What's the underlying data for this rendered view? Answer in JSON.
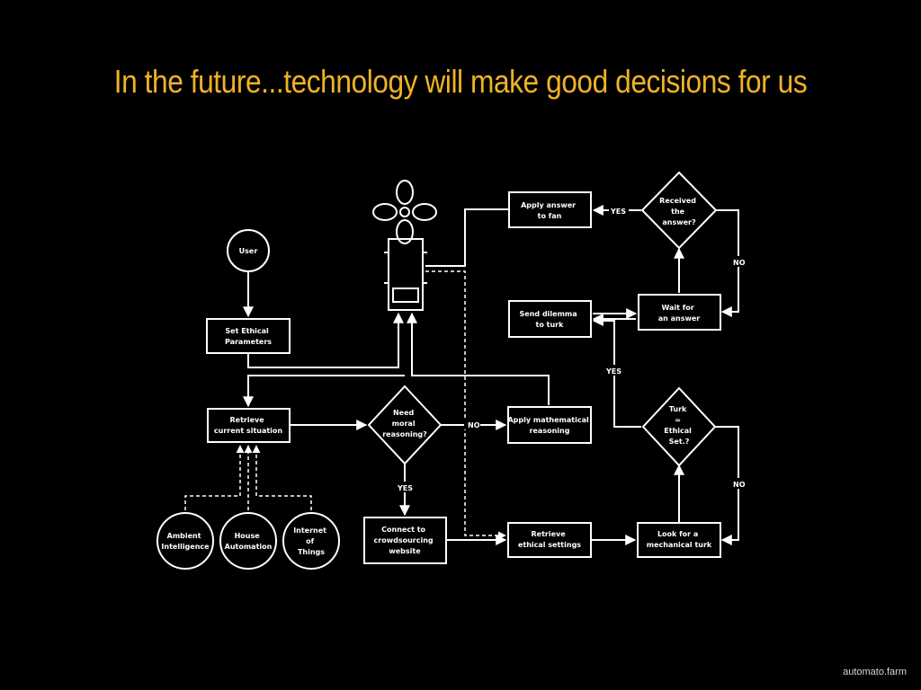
{
  "slide": {
    "title": "In the future...technology will make good decisions for us",
    "footer": "automato.farm",
    "accent_color": "#f0b323",
    "line_color": "#ffffff",
    "background_color": "#000000"
  },
  "diagram": {
    "nodes": {
      "user": [
        "User"
      ],
      "set_ethical": [
        "Set Ethical",
        "Parameters"
      ],
      "retrieve_current": [
        "Retrieve",
        "current situation"
      ],
      "ambient": [
        "Ambient",
        "Intelligence"
      ],
      "house": [
        "House",
        "Automation"
      ],
      "iot": [
        "Internet",
        "of",
        "Things"
      ],
      "need_moral": [
        "Need",
        "moral",
        "reasoning?"
      ],
      "apply_math": [
        "Apply mathematical",
        "reasoning"
      ],
      "connect_crowd": [
        "Connect to",
        "crowdsourcing",
        "website"
      ],
      "retrieve_ethical": [
        "Retrieve",
        "ethical settings"
      ],
      "look_turk": [
        "Look for a",
        "mechanical turk"
      ],
      "turk_equals": [
        "Turk",
        "=",
        "Ethical",
        "Set.?"
      ],
      "send_dilemma": [
        "Send dilemma",
        "to turk"
      ],
      "wait_answer": [
        "Wait for",
        "an answer"
      ],
      "received_answer": [
        "Received",
        "the",
        "answer?"
      ],
      "apply_answer": [
        "Apply answer",
        "to fan"
      ]
    },
    "edge_labels": {
      "no_moral": "NO",
      "yes_moral": "YES",
      "no_turk": "NO",
      "yes_turk": "YES",
      "no_received": "NO",
      "yes_received": "YES"
    },
    "device_icon": "fan-robot-icon"
  }
}
